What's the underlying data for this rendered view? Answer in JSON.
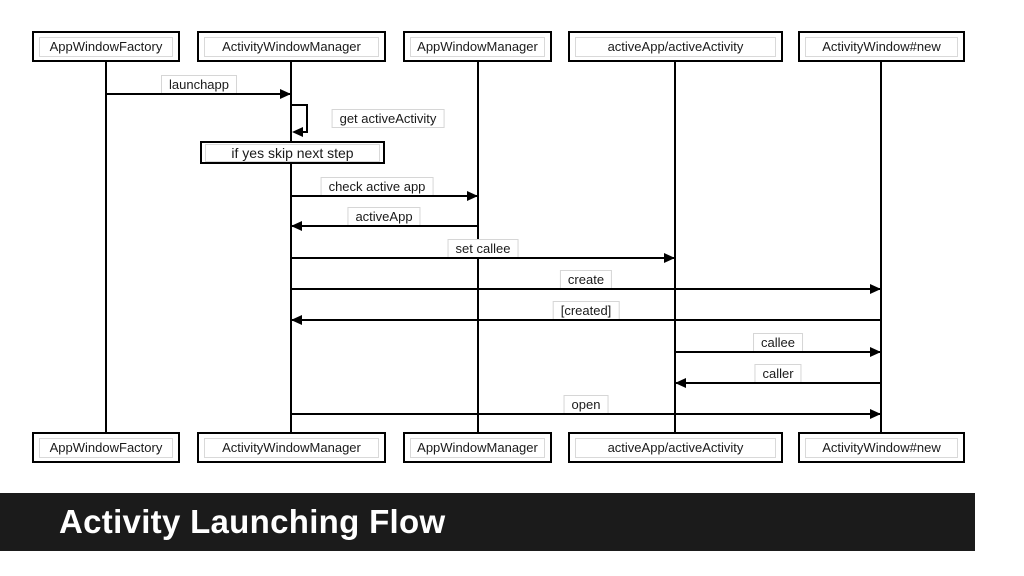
{
  "slide": {
    "title": "Activity Launching Flow"
  },
  "diagram": {
    "type": "sequence-diagram",
    "actors": [
      {
        "id": "app-window-factory",
        "label": "AppWindowFactory"
      },
      {
        "id": "activity-window-manager",
        "label": "ActivityWindowManager"
      },
      {
        "id": "app-window-manager",
        "label": "AppWindowManager"
      },
      {
        "id": "active-app-active-activity",
        "label": "activeApp/activeActivity"
      },
      {
        "id": "activity-window-new",
        "label": "ActivityWindow#new"
      }
    ],
    "messages": [
      {
        "label": "launchapp",
        "from": "AppWindowFactory",
        "to": "ActivityWindowManager",
        "direction": "right"
      },
      {
        "label": "get activeActivity",
        "from": "ActivityWindowManager",
        "to": "ActivityWindowManager",
        "direction": "self"
      },
      {
        "label": "check active app",
        "from": "ActivityWindowManager",
        "to": "AppWindowManager",
        "direction": "right"
      },
      {
        "label": "activeApp",
        "from": "AppWindowManager",
        "to": "ActivityWindowManager",
        "direction": "left"
      },
      {
        "label": "set callee",
        "from": "ActivityWindowManager",
        "to": "activeApp/activeActivity",
        "direction": "right"
      },
      {
        "label": "create",
        "from": "ActivityWindowManager",
        "to": "ActivityWindow#new",
        "direction": "right"
      },
      {
        "label": "[created]",
        "from": "ActivityWindow#new",
        "to": "ActivityWindowManager",
        "direction": "left"
      },
      {
        "label": "callee",
        "from": "activeApp/activeActivity",
        "to": "ActivityWindow#new",
        "direction": "right"
      },
      {
        "label": "caller",
        "from": "ActivityWindow#new",
        "to": "activeApp/activeActivity",
        "direction": "left"
      },
      {
        "label": "open",
        "from": "ActivityWindowManager",
        "to": "ActivityWindow#new",
        "direction": "right"
      }
    ],
    "note": {
      "label": "if yes skip next step",
      "over": "ActivityWindowManager"
    },
    "colors": {
      "line": "#000000",
      "label_border": "#d6d6d6",
      "bar_background": "#1b1b1b",
      "title_text": "#ffffff",
      "background": "#ffffff"
    }
  }
}
